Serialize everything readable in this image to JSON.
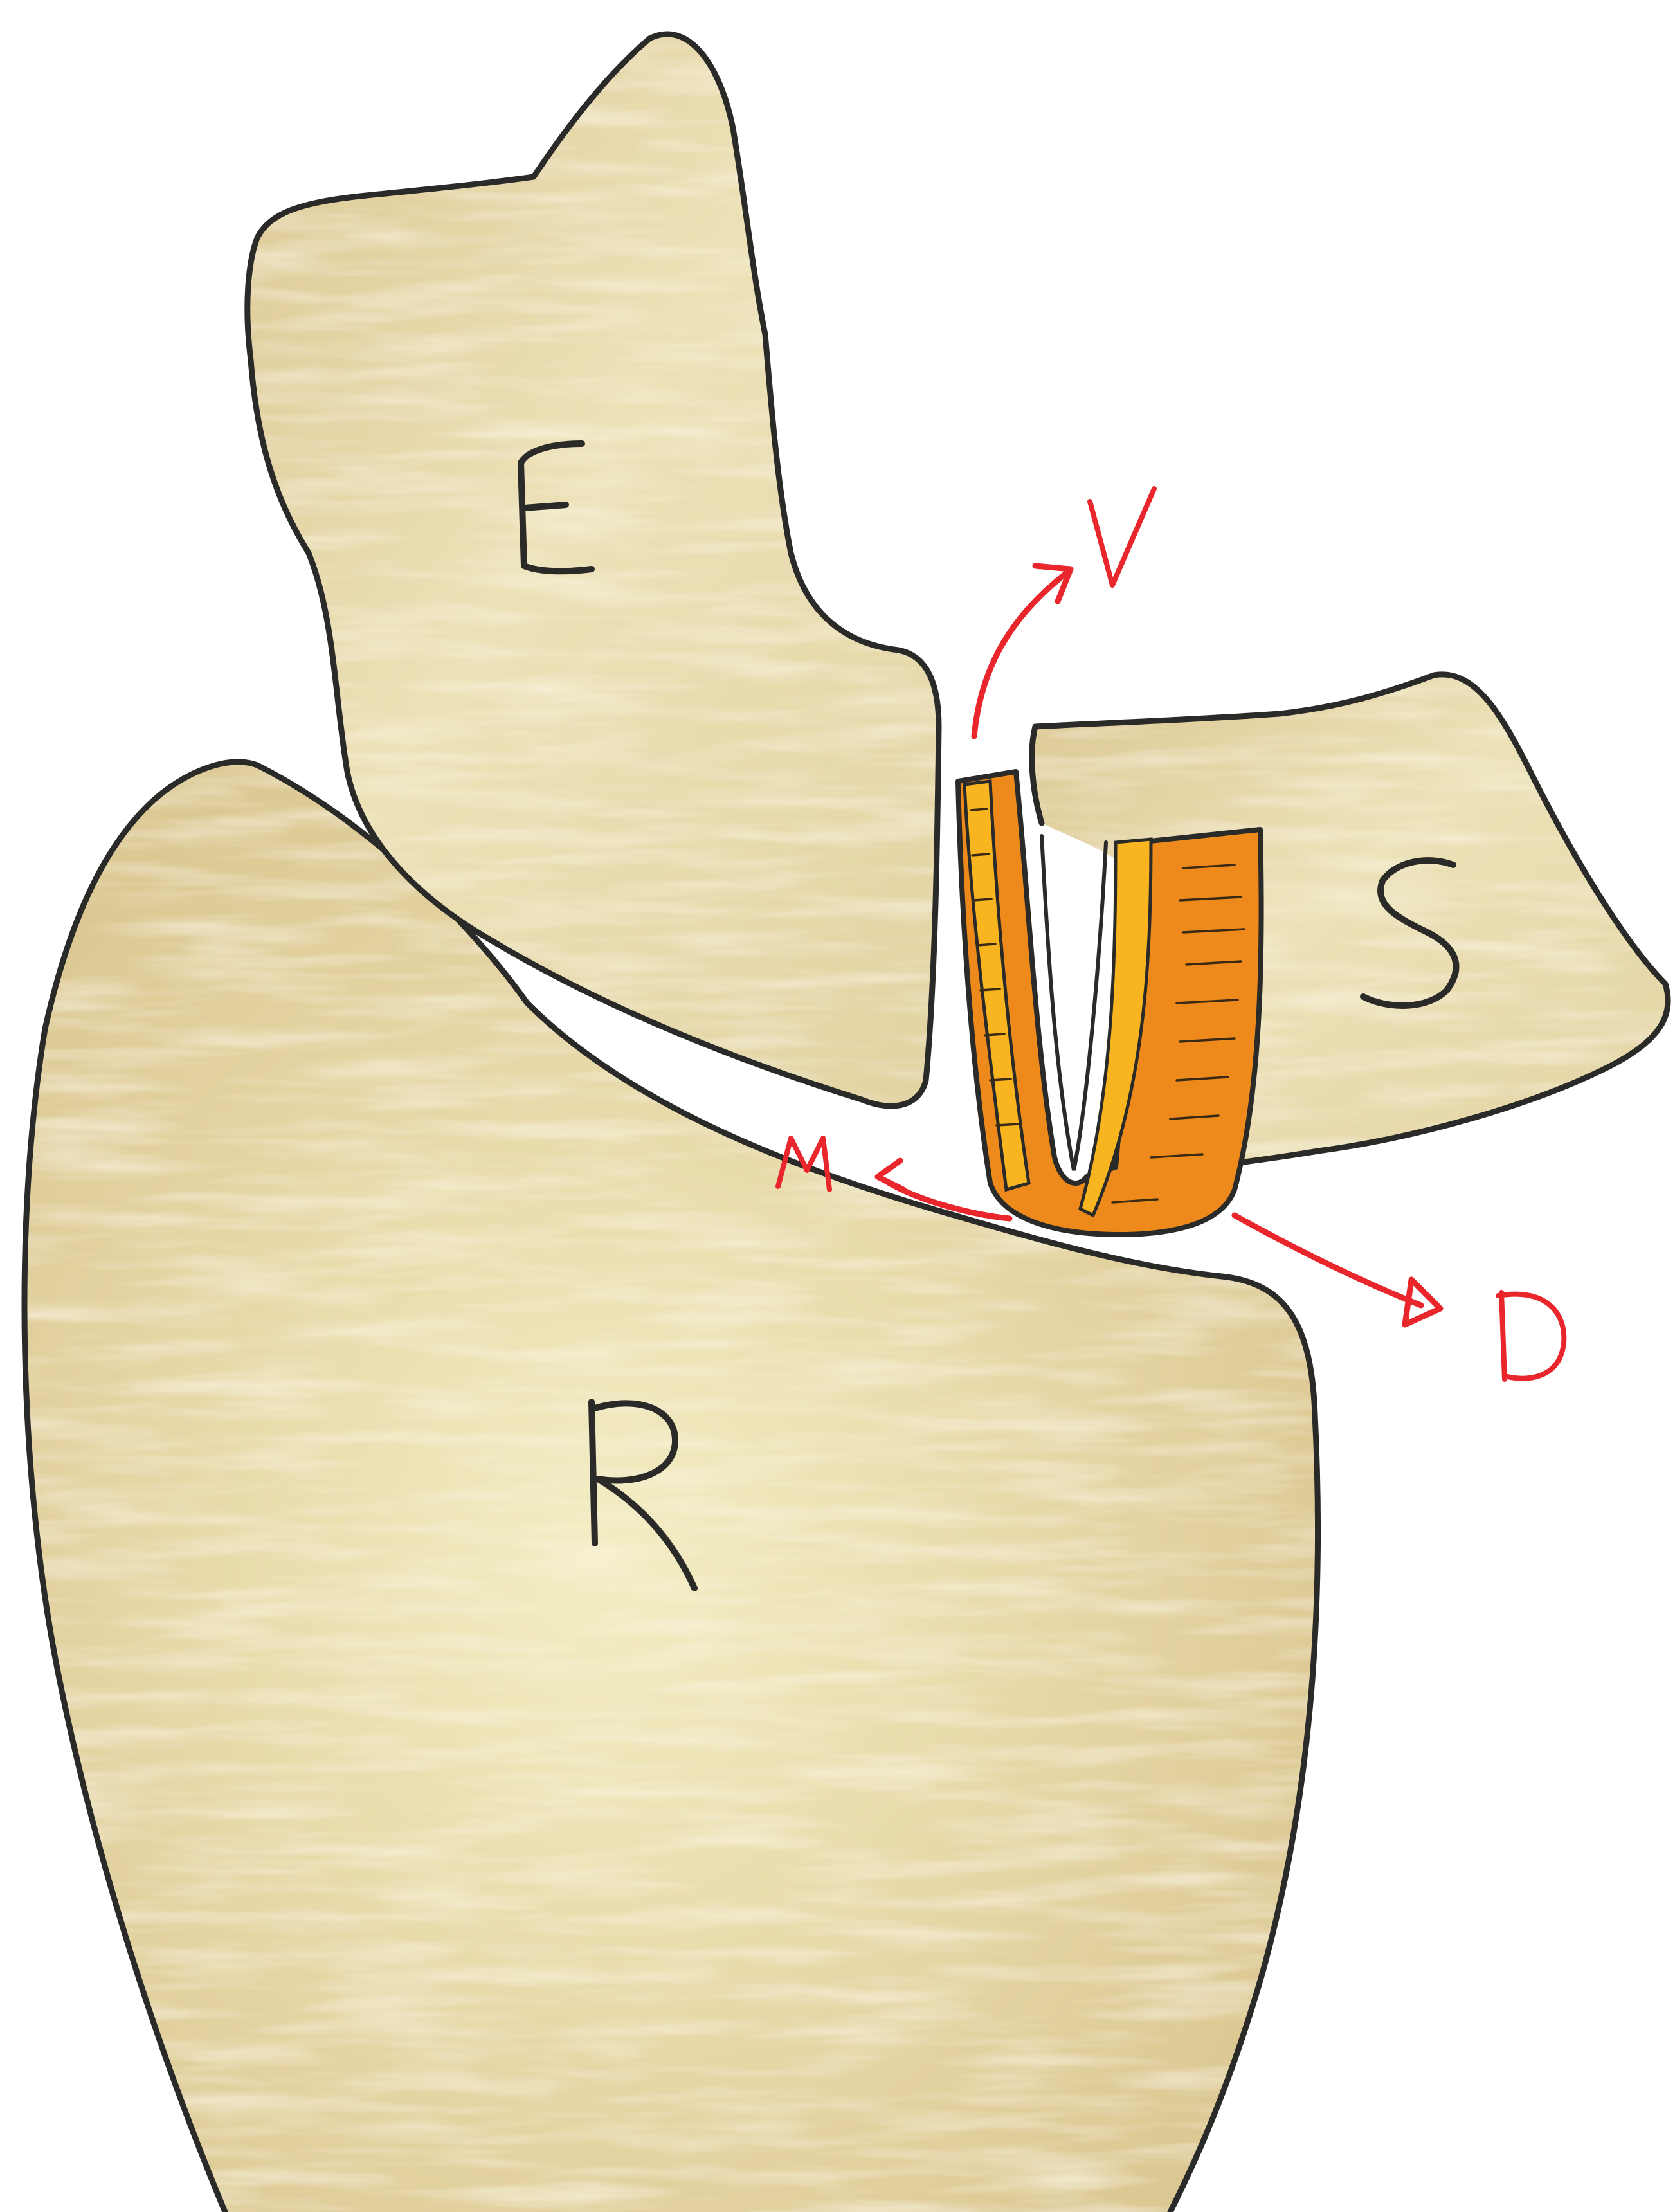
{
  "labels": {
    "bone_e": "E",
    "bone_s": "S",
    "bone_r": "R",
    "dir_v": "V",
    "dir_m": "M",
    "dir_d": "D"
  },
  "colors": {
    "bone_fill": "#e7d9ad",
    "bone_shade": "#d8c38e",
    "bone_highlight": "#f6efcc",
    "outline": "#2a2a28",
    "ligament_outer": "#ee8a1c",
    "ligament_inner": "#f8b51f",
    "arrow": "#e8262b",
    "background": "#ffffff"
  }
}
